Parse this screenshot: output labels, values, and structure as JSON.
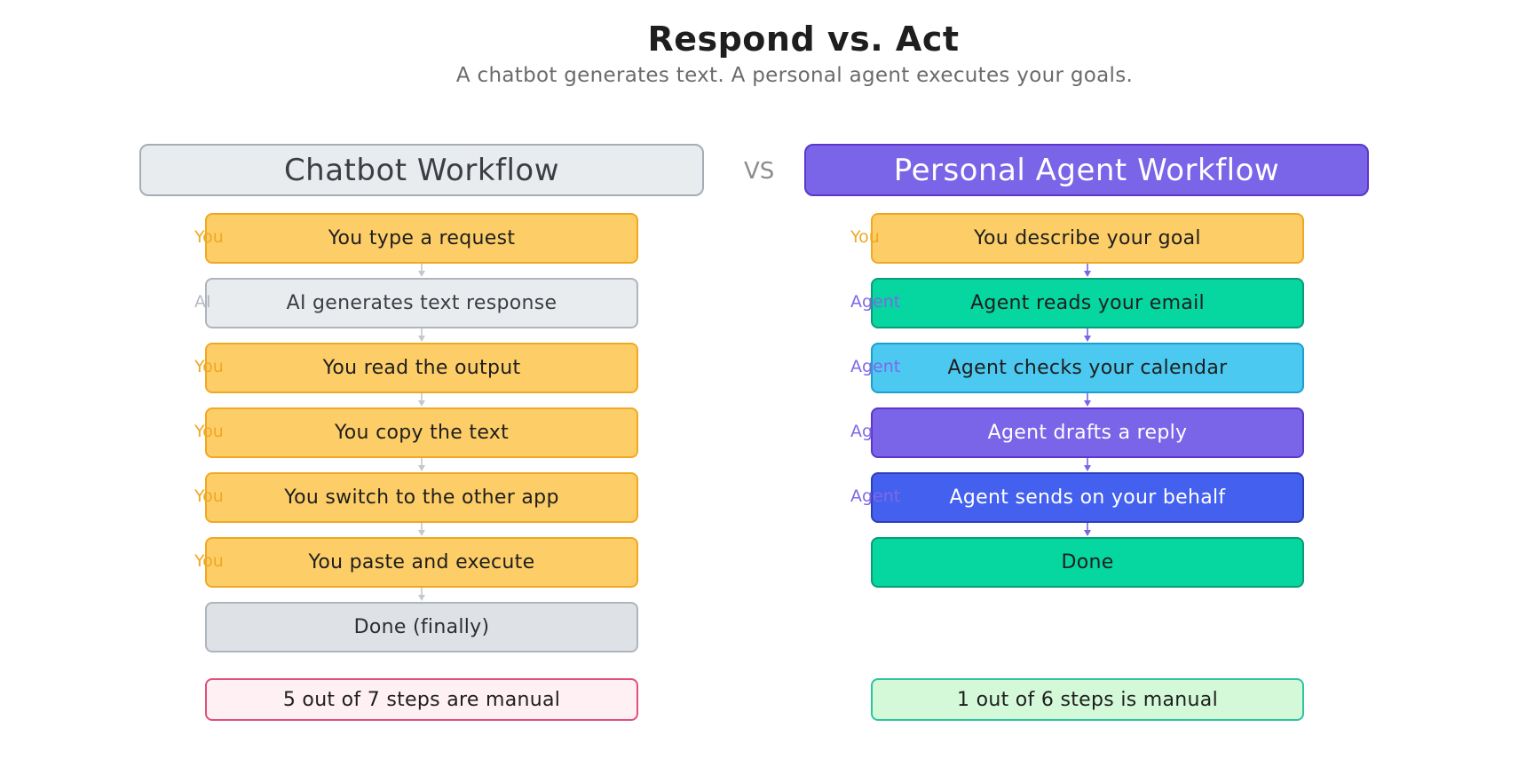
{
  "title": "Respond vs. Act",
  "subtitle": "A chatbot generates text. A personal agent executes your goals.",
  "vs_label": "VS",
  "left": {
    "header": "Chatbot Workflow",
    "steps": [
      {
        "role": "You",
        "text": "You type a request",
        "style": "you"
      },
      {
        "role": "AI",
        "text": "AI generates text response",
        "style": "ai"
      },
      {
        "role": "You",
        "text": "You read the output",
        "style": "you"
      },
      {
        "role": "You",
        "text": "You copy the text",
        "style": "you"
      },
      {
        "role": "You",
        "text": "You switch to the other app",
        "style": "you"
      },
      {
        "role": "You",
        "text": "You paste and execute",
        "style": "you"
      },
      {
        "role": "",
        "text": "Done (finally)",
        "style": "done-left"
      }
    ],
    "summary": "5 out of 7 steps are manual",
    "arrow_color": "#c4c8cc"
  },
  "right": {
    "header": "Personal Agent Workflow",
    "steps": [
      {
        "role": "You",
        "text": "You describe your goal",
        "style": "you"
      },
      {
        "role": "Agent",
        "text": "Agent reads your email",
        "style": "green"
      },
      {
        "role": "Agent",
        "text": "Agent checks your calendar",
        "style": "sky"
      },
      {
        "role": "Ag",
        "text": "Agent drafts a reply",
        "style": "purple"
      },
      {
        "role": "Agent",
        "text": "Agent sends on your behalf",
        "style": "blue"
      },
      {
        "role": "",
        "text": "Done",
        "style": "green"
      }
    ],
    "summary": "1 out of 6 steps is manual",
    "arrow_color": "#7a64e8"
  },
  "colors": {
    "you_fill": "#fdce67",
    "agent_accent": "#7a64e8",
    "green": "#06d6a0",
    "sky": "#4cc9f0",
    "blue": "#4361ee"
  }
}
